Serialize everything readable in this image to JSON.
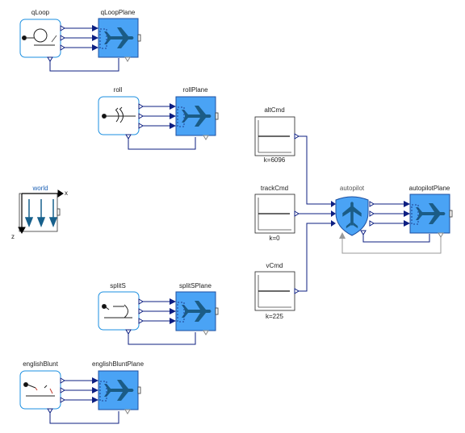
{
  "colors": {
    "wire": "#0d1f82",
    "wire_gray": "#9a9a9a",
    "plane_fill": "#4aa3f5",
    "plane_border": "#1d4fa0",
    "plane_icon": "#1b5c86",
    "maneuver_border": "#1b8fe0",
    "world_arrow": "#17608c",
    "autopilot_fill": "#4aa3f5"
  },
  "blocks": {
    "qLoop": {
      "label": "qLoop",
      "icon": "loop-icon"
    },
    "qLoopPlane": {
      "label": "qLoopPlane",
      "icon": "airplane-icon"
    },
    "roll": {
      "label": "roll",
      "icon": "roll-icon"
    },
    "rollPlane": {
      "label": "rollPlane",
      "icon": "airplane-icon"
    },
    "world": {
      "label": "world",
      "x_axis": "x",
      "z_axis": "z",
      "icon": "gravity-arrows-icon"
    },
    "splitS": {
      "label": "splitS",
      "icon": "split-s-icon"
    },
    "splitSPlane": {
      "label": "splitSPlane",
      "icon": "airplane-icon"
    },
    "englishBlunt": {
      "label": "englishBlunt",
      "icon": "english-blunt-icon"
    },
    "englishBluntPlane": {
      "label": "englishBluntPlane",
      "icon": "airplane-icon"
    },
    "altCmd": {
      "label": "altCmd",
      "param": "k=6096",
      "icon": "constant-icon"
    },
    "trackCmd": {
      "label": "trackCmd",
      "param": "k=0",
      "icon": "constant-icon"
    },
    "vCmd": {
      "label": "vCmd",
      "param": "k=225",
      "icon": "constant-icon"
    },
    "autopilot": {
      "label": "autopilot",
      "icon": "shield-airplane-icon"
    },
    "autopilotPlane": {
      "label": "autopilotPlane",
      "icon": "airplane-icon"
    }
  }
}
